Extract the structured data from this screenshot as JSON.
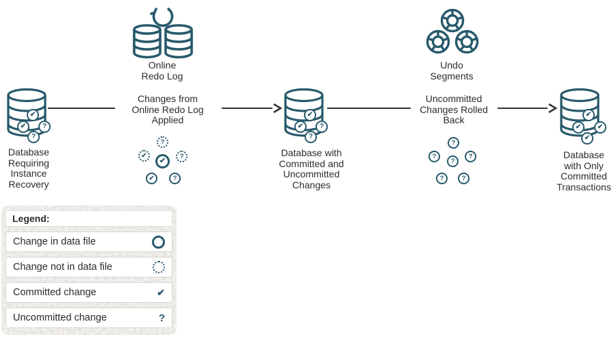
{
  "colors": {
    "teal": "#27596B",
    "arrow": "#333333",
    "text": "#2E2B28",
    "legend_bg": "#F2F0EC",
    "row_border": "#D9D6D1",
    "row_bg": "#FFFFFF"
  },
  "glyphs": {
    "check": "✔",
    "question": "?"
  },
  "diagram": {
    "redo_log": {
      "label": "Online\nRedo Log"
    },
    "undo_segments": {
      "label": "Undo\nSegments"
    },
    "db_start": {
      "label": "Database\nRequiring\nInstance\nRecovery"
    },
    "step1": {
      "label": "Changes from\nOnline Redo Log\nApplied"
    },
    "db_middle": {
      "label": "Database with\nCommitted and\nUncommitted\nChanges"
    },
    "step2": {
      "label": "Uncommitted\nChanges Rolled\nBack"
    },
    "db_end": {
      "label": "Database\nwith Only\nCommitted\nTransactions"
    }
  },
  "legend": {
    "title": "Legend:",
    "rows": [
      {
        "label": "Change in data file",
        "icon": "solid-ring"
      },
      {
        "label": "Change not in data file",
        "icon": "dotted-ring"
      },
      {
        "label": "Committed change",
        "icon": "check"
      },
      {
        "label": "Uncommitted change",
        "icon": "question"
      }
    ]
  }
}
